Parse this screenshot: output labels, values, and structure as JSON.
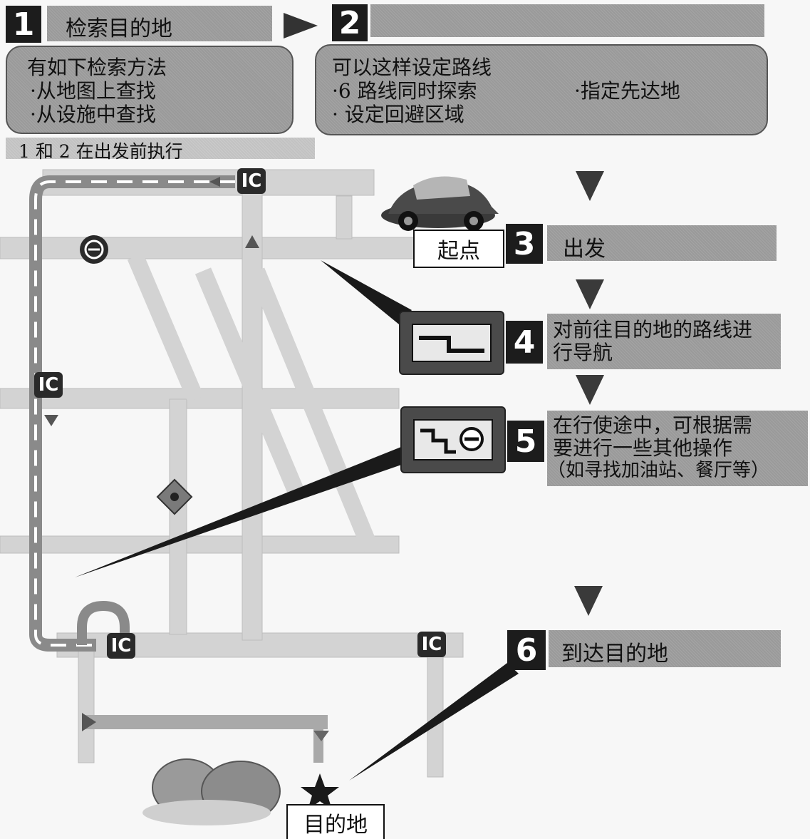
{
  "step1": {
    "number": "1",
    "title": "检索目的地"
  },
  "step2": {
    "number": "2",
    "title": ""
  },
  "box1": {
    "heading": "有如下检索方法",
    "items": [
      "·从地图上查找",
      "·从设施中查找"
    ]
  },
  "box2": {
    "heading": "可以这样设定路线",
    "item1": "·6 路线同时探索",
    "item2": "· 设定回避区域",
    "item3": "·指定先达地"
  },
  "note": "1 和 2 在出发前执行",
  "step3": {
    "number": "3",
    "text": "出发"
  },
  "step4": {
    "number": "4",
    "line1": "对前往目的地的路线进",
    "line2": "行导航"
  },
  "step5": {
    "number": "5",
    "line1": "在行使途中，可根据需",
    "line2": "要进行一些其他操作",
    "line3": "（如寻找加油站、餐厅等）"
  },
  "step6": {
    "number": "6",
    "text": "到达目的地"
  },
  "labels": {
    "start": "起点",
    "destination": "目的地"
  },
  "ic_label": "IC",
  "colors": {
    "bar": "#9a9a9a",
    "box": "#1c1c1c",
    "road": "#d2d2d2"
  }
}
